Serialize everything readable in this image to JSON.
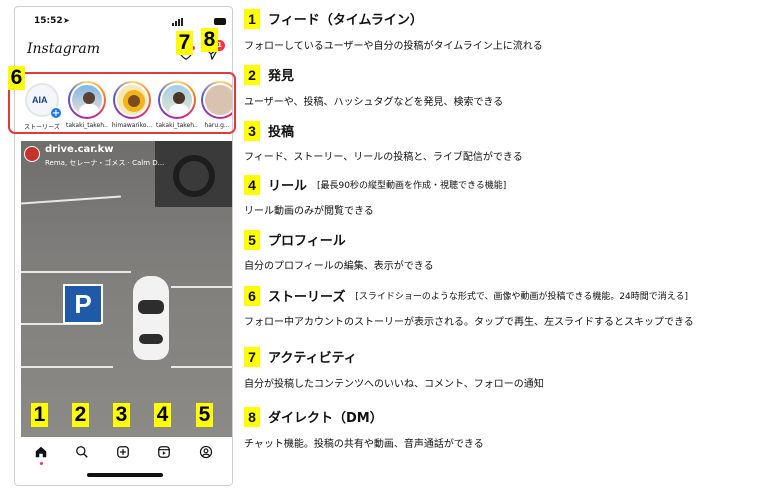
{
  "phone": {
    "status_time": "15:52",
    "app_logo": "Instagram",
    "dm_badge": "1",
    "stories": [
      {
        "name": "ストーリーズ",
        "thumb_text": "AIA"
      },
      {
        "name": "takaki_takeh..."
      },
      {
        "name": "himawariko..."
      },
      {
        "name": "takaki_takeh..."
      },
      {
        "name": "haru.g..."
      }
    ],
    "post": {
      "user": "drive.car.kw",
      "music": "Rema, セレーナ・ゴメス · Calm D..."
    },
    "tab_icons": [
      "home-icon",
      "search-icon",
      "create-icon",
      "reels-icon",
      "profile-icon"
    ]
  },
  "markers": {
    "tabs": [
      "1",
      "2",
      "3",
      "4",
      "5"
    ],
    "stories": "6",
    "activity": "7",
    "dm": "8"
  },
  "legend": [
    {
      "num": "1",
      "title": "フィード（タイムライン）",
      "desc": "フォローしているユーザーや自分の投稿がタイムライン上に流れる"
    },
    {
      "num": "2",
      "title": "発見",
      "desc": "ユーザーや、投稿、ハッシュタグなどを発見、検索できる"
    },
    {
      "num": "3",
      "title": "投稿",
      "desc": "フィード、ストーリー、リールの投稿と、ライブ配信ができる"
    },
    {
      "num": "4",
      "title": "リール",
      "note": "[最長90秒の縦型動画を作成・視聴できる機能]",
      "desc": "リール動画のみが閲覧できる"
    },
    {
      "num": "5",
      "title": "プロフィール",
      "desc": "自分のプロフィールの編集、表示ができる"
    },
    {
      "num": "6",
      "title": "ストーリーズ",
      "note": "[スライドショーのような形式で、画像や動画が投稿できる機能。24時間で消える]",
      "desc": "フォロー中アカウントのストーリーが表示される。タップで再生、左スライドするとスキップできる"
    },
    {
      "num": "7",
      "title": "アクティビティ",
      "desc": "自分が投稿したコンテンツへのいいね、コメント、フォローの通知"
    },
    {
      "num": "8",
      "title": "ダイレクト（DM）",
      "desc": "チャット機能。投稿の共有や動画、音声通話ができる"
    }
  ],
  "colors": {
    "highlight": "#ffff00",
    "outline": "#e03a3a",
    "badge": "#ff3040"
  }
}
